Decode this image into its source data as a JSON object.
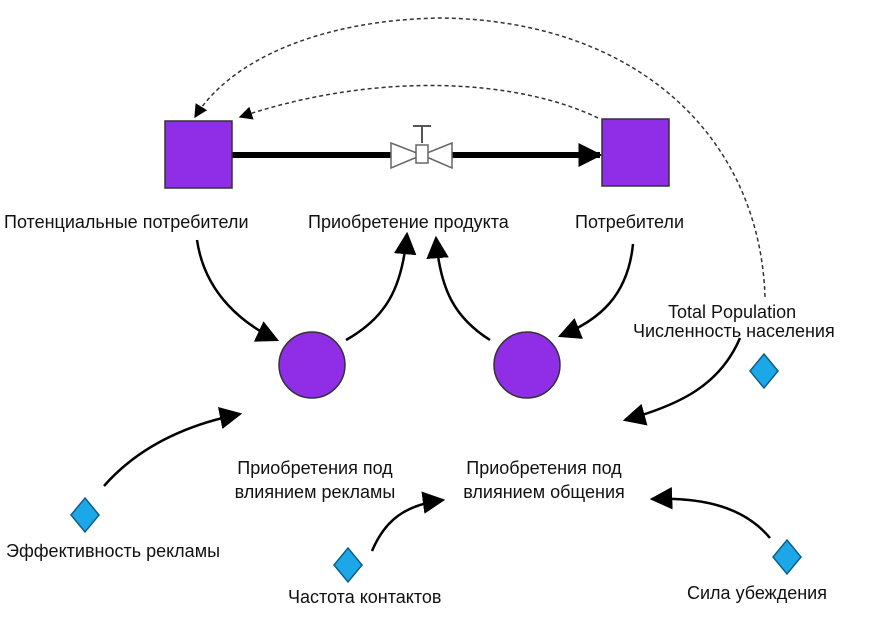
{
  "stocks": {
    "potential": {
      "label": "Потенциальные потребители",
      "color": "#8f2ee6"
    },
    "adopters": {
      "label": "Потребители",
      "color": "#8f2ee6"
    }
  },
  "flow": {
    "label": "Приобретение продукта"
  },
  "auxiliaries": {
    "ads": {
      "label_line1": "Приобретения под",
      "label_line2": "влиянием рекламы",
      "color": "#8f2ee6"
    },
    "wom": {
      "label_line1": "Приобретения под",
      "label_line2": "влиянием общения",
      "color": "#8f2ee6"
    }
  },
  "constants": {
    "population": {
      "label_line1": "Total Population",
      "label_line2": "Численность населения",
      "color": "#1ca8e8"
    },
    "ad_effectiveness": {
      "label": "Эффективность рекламы",
      "color": "#1ca8e8"
    },
    "contact_rate": {
      "label": "Частота контактов",
      "color": "#1ca8e8"
    },
    "persuasion": {
      "label": "Сила убеждения",
      "color": "#1ca8e8"
    }
  }
}
